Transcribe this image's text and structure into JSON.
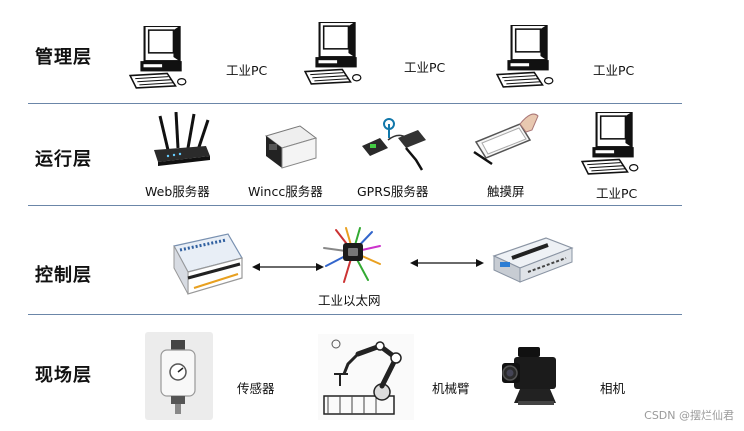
{
  "layers": [
    {
      "title": "管理层"
    },
    {
      "title": "运行层"
    },
    {
      "title": "控制层"
    },
    {
      "title": "现场层"
    }
  ],
  "management": {
    "pc_labels": [
      "工业PC",
      "工业PC",
      "工业PC"
    ]
  },
  "operation": {
    "labels": [
      "Web服务器",
      "Wincc服务器",
      "GPRS服务器",
      "触摸屏",
      "工业PC"
    ]
  },
  "control": {
    "network_label": "工业以太网"
  },
  "field": {
    "labels": [
      "传感器",
      "机械臂",
      "相机"
    ]
  },
  "watermark": "CSDN @摆烂仙君"
}
